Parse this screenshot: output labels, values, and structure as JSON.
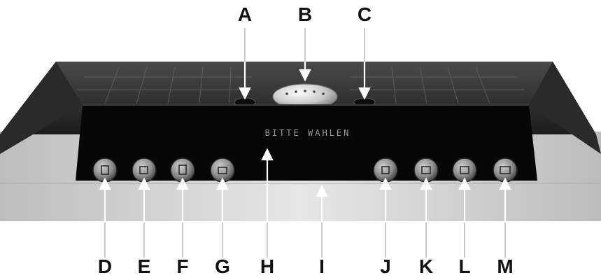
{
  "display": {
    "text": "BITTE WAHLEN"
  },
  "callouts": [
    "A",
    "B",
    "C",
    "D",
    "E",
    "F",
    "G",
    "H",
    "I",
    "J",
    "K",
    "L",
    "M"
  ]
}
